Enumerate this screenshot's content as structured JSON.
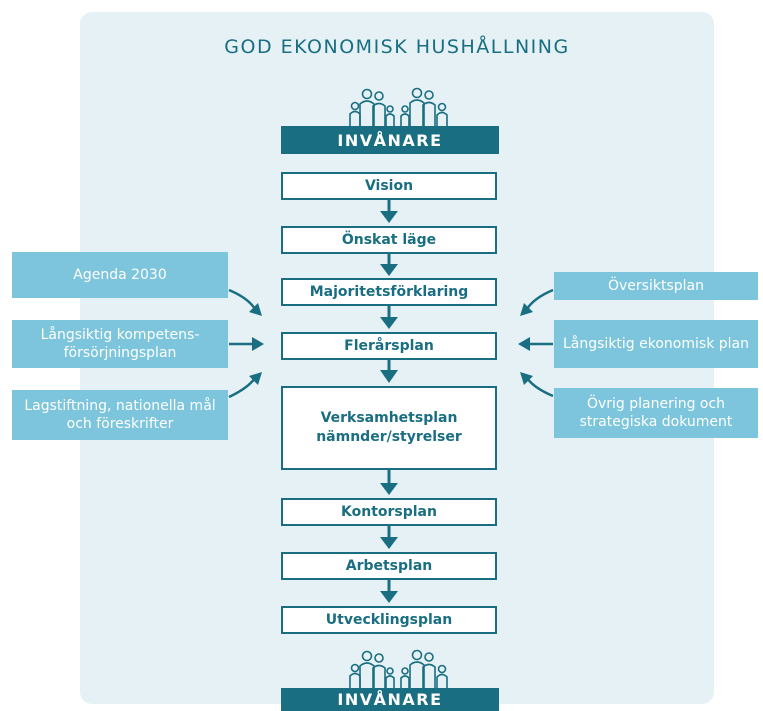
{
  "title": "GOD EKONOMISK HUSHÅLLNING",
  "banner_top": "INVÅNARE",
  "banner_bottom": "INVÅNARE",
  "icons": {
    "people": "family-people-icon"
  },
  "colors": {
    "dark_teal": "#1a6e82",
    "light_blue": "#7cc5dc",
    "panel_bg": "#e5f1f5"
  },
  "flow": [
    "Vision",
    "Önskat läge",
    "Majoritetsförklaring",
    "Flerårsplan",
    "Verksamhetsplan nämnder/styrelser",
    "Kontorsplan",
    "Arbetsplan",
    "Utvecklingsplan"
  ],
  "left_inputs": [
    "Agenda 2030",
    "Långsiktig kompetens-försörjningsplan",
    "Lagstiftning, nationella mål och föreskrifter"
  ],
  "right_inputs": [
    "Översiktsplan",
    "Långsiktig ekonomisk plan",
    "Övrig planering och strategiska dokument"
  ]
}
